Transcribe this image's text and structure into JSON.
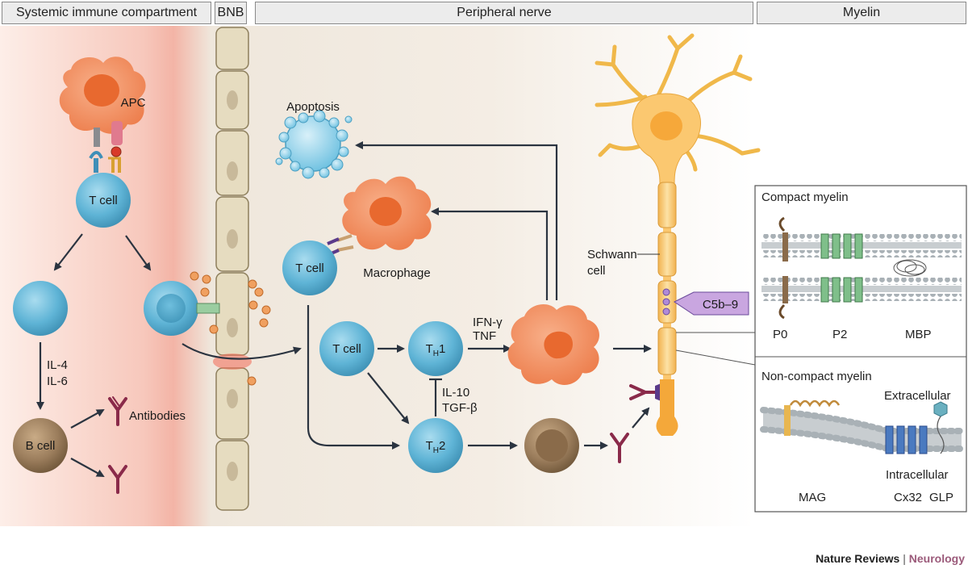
{
  "headers": {
    "systemic": "Systemic immune compartment",
    "bnb": "BNB",
    "peripheral": "Peripheral nerve",
    "myelin": "Myelin"
  },
  "cells": {
    "apc": "APC",
    "t_cell": "T cell",
    "b_cell": "B cell",
    "th1_main": "T",
    "th1_sub": "H",
    "th1_num": "1",
    "th2_main": "T",
    "th2_sub": "H",
    "th2_num": "2",
    "macrophage": "Macrophage",
    "apoptosis": "Apoptosis",
    "schwann_line1": "Schwann",
    "schwann_line2": "cell"
  },
  "cytokines": {
    "il4": "IL-4",
    "il6": "IL-6",
    "ifn": "IFN-γ",
    "tnf": "TNF",
    "il10": "IL-10",
    "tgf": "TGF-β"
  },
  "labels": {
    "antibodies": "Antibodies",
    "c5b9": "C5b–9"
  },
  "myelin_panel": {
    "compact_title": "Compact myelin",
    "p0": "P0",
    "p2": "P2",
    "mbp": "MBP",
    "noncompact_title": "Non-compact myelin",
    "extracellular": "Extracellular",
    "intracellular": "Intracellular",
    "mag": "MAG",
    "cx32": "Cx32",
    "glp": "GLP"
  },
  "credit": {
    "publisher": "Nature Reviews",
    "separator": "|",
    "journal": "Neurology"
  },
  "colors": {
    "t_cell": "#5fb4d6",
    "apc": "#f08a5a",
    "b_cell": "#9b7d5c",
    "antibody": "#8a2a4a",
    "schwann": "#fbc870",
    "c5b9": "#c9a6e0",
    "inflamed": "#f3b4a6"
  }
}
